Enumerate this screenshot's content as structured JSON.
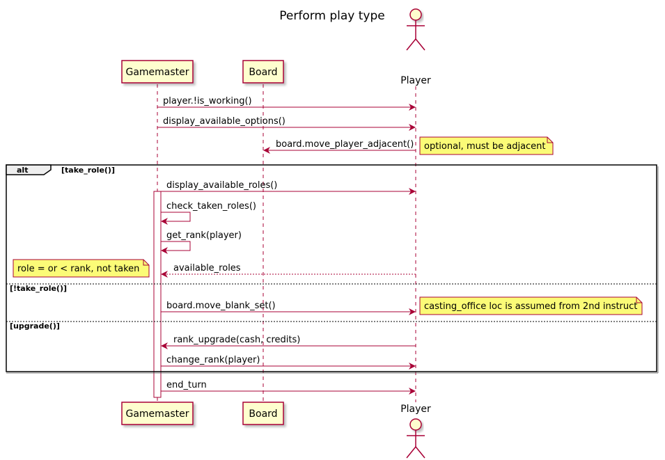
{
  "title": "Perform play type",
  "participants": [
    {
      "id": "gamemaster",
      "label": "Gamemaster",
      "kind": "box"
    },
    {
      "id": "board",
      "label": "Board",
      "kind": "box"
    },
    {
      "id": "player",
      "label": "Player",
      "kind": "actor"
    }
  ],
  "messages": [
    {
      "label": "player.!is_working()",
      "from": "gamemaster",
      "to": "player",
      "style": "solid"
    },
    {
      "label": "display_available_options()",
      "from": "gamemaster",
      "to": "player",
      "style": "solid"
    },
    {
      "label": "board.move_player_adjacent()",
      "from": "player",
      "to": "board",
      "style": "solid"
    },
    {
      "label": "display_available_roles()",
      "from": "gamemaster",
      "to": "player",
      "style": "solid"
    },
    {
      "label": "check_taken_roles()",
      "from": "gamemaster",
      "to": "gamemaster",
      "style": "self"
    },
    {
      "label": "get_rank(player)",
      "from": "gamemaster",
      "to": "gamemaster",
      "style": "self"
    },
    {
      "label": "available_roles",
      "from": "player",
      "to": "gamemaster",
      "style": "dashed"
    },
    {
      "label": "board.move_blank_set()",
      "from": "gamemaster",
      "to": "player",
      "style": "solid"
    },
    {
      "label": "rank_upgrade(cash, credits)",
      "from": "player",
      "to": "gamemaster",
      "style": "solid"
    },
    {
      "label": "change_rank(player)",
      "from": "gamemaster",
      "to": "player",
      "style": "solid"
    },
    {
      "label": "end_turn",
      "from": "gamemaster",
      "to": "player",
      "style": "solid"
    }
  ],
  "notes": [
    {
      "text": "optional, must be adjacent"
    },
    {
      "text": "role = or < rank, not taken"
    },
    {
      "text": "casting_office loc is assumed from 2nd instruct"
    }
  ],
  "fragment": {
    "keyword": "alt",
    "guards": [
      "[take_role()]",
      "[!take_role()]",
      "[upgrade()]"
    ]
  },
  "colors": {
    "participant_fill": "#FEFECE",
    "participant_border": "#A80036",
    "arrow": "#A80036",
    "note_fill": "#FBFB77",
    "lifeline": "#A80036"
  }
}
